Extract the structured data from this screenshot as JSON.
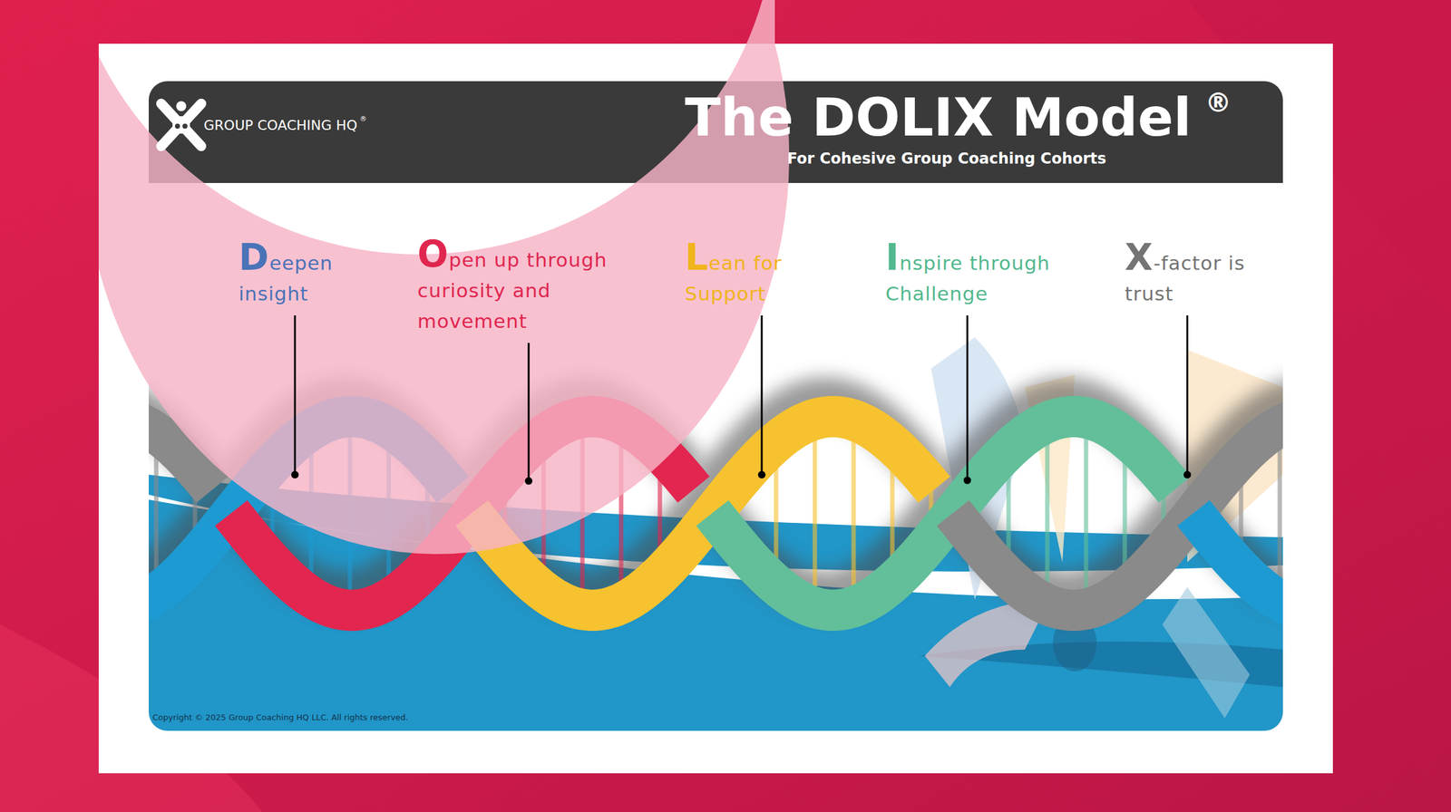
{
  "diagram": {
    "title": "The DOLIX Model",
    "labels": [
      "GROUP COACHING HQ",
      "®",
      "®",
      "For Cohesive Group Coaching Cohorts",
      "Deepen insight",
      "Open up through curiosity and movement",
      "Lean for Support",
      "Inspire through Challenge",
      "X-factor is trust",
      "Copyright © 2025 Group Coaching HQ LLC. All rights reserved."
    ]
  }
}
